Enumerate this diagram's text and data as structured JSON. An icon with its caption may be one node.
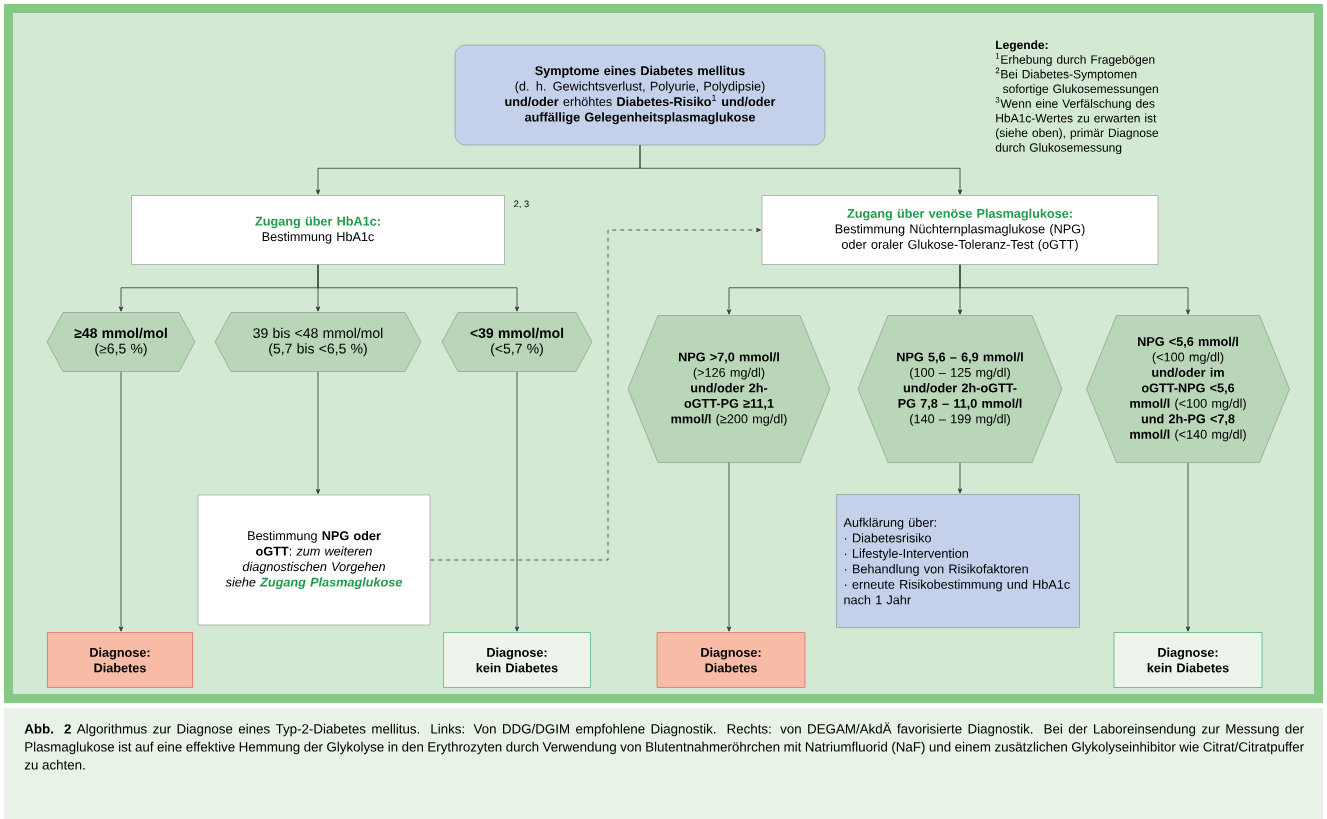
{
  "diagram": {
    "caption": "**Abb. 2** Algorithmus zur Diagnose eines Typ-2-Diabetes mellitus. Links: Von DDG/DGIM empfohlene Diagnostik. Rechts: von DEGAM/AkdÄ favorisierte Diagnostik. Bei der Laboreinsendung zur Messung der Plasmaglukose ist auf eine effektive Hemmung der Glykolyse in den Erythrozyten durch Verwendung von Blutentnahmeröhrchen mit Natriumfluorid (NaF) und einem zusätzlichen Glykolyseinhibitor wie Citrat/Citratpuffer zu achten.",
    "nodes": [
      {
        "text": [
          "Symptome eines Diabetes mellitus",
          "(d. h. Gewichtsverlust, Polyurie, Polydipsie) **und/oder** erhöhtes **Diabetes-Risiko**$^{1}$ **und/oder auffällige Gelegenheitsplasmaglukose**"
        ]
      },
      {
        "text": [
          "Zugang über HbA1c:",
          "Bestimmung HbA1c"
        ],
        "beside": [
          "2, 3"
        ]
      },
      {
        "text": [
          "Zugang über venöse Plasmaglukose:",
          "Bestimmung Nüchternplasmaglukose (NPG) oder oraler Glukose-Toleranz-Test (oGTT)"
        ]
      },
      {
        "text": [
          "≥48 mmol/mol",
          "(≥6,5 %)"
        ]
      },
      {
        "text": [
          "39 bis <48 mmol/mol",
          "(5,7 bis <6,5 %)"
        ]
      },
      {
        "text": [
          "<39 mmol/mol",
          "(<5,7 %)"
        ]
      },
      {
        "text": [
          "**NPG >7,0 mmol/l** (>126 mg/dl) **und/oder 2h-oGTT-PG ≥11,1 mmol/l** (≥200 mg/dl)"
        ]
      },
      {
        "text": [
          "**NPG 5,6 – 6,9 mmol/l** (100 – 125 mg/dl) **und/oder 2h-oGTT-PG 7,8 – 11,0 mmol/l** (140 – 199 mg/dl)"
        ]
      },
      {
        "text": [
          "**NPG <5,6 mmol/l** (<100 mg/dl) **und/oder im oGTT-NPG <5,6 mmol/l** (<100 mg/dl) **und 2h-PG <7,8 mmol/l** (<140 mg/dl)"
        ]
      },
      {
        "text": [
          "Bestimmung **NPG oder oGTT**:",
          "zum weiteren diagnostischen Vorgehen siehe",
          "Zugang Plasmaglukose"
        ]
      },
      {
        "text": [
          "Aufklärung über:",
          "· Diabetesrisiko",
          "· Lifestyle-Intervention",
          "· Behandlung von Risikofaktoren",
          "· erneute Risikobestimmung und HbA1c nach 1 Jahr"
        ]
      },
      {
        "text": [
          "Diagnose: Diabetes"
        ]
      },
      {
        "text": [
          "Diagnose: kein Diabetes"
        ]
      },
      {
        "text": [
          "Diagnose: Diabetes"
        ]
      },
      {
        "text": [
          "Diagnose: kein Diabetes"
        ]
      }
    ],
    "edges": [
      {
        "from": 0,
        "to": 1,
        "arrow": "to"
      },
      {
        "from": 0,
        "to": 2,
        "arrow": "to"
      },
      {
        "from": 1,
        "to": 3,
        "arrow": "to"
      },
      {
        "from": 1,
        "to": 4,
        "arrow": "to"
      },
      {
        "from": 1,
        "to": 5,
        "arrow": "to"
      },
      {
        "from": 2,
        "to": 6,
        "arrow": "to"
      },
      {
        "from": 2,
        "to": 7,
        "arrow": "to"
      },
      {
        "from": 2,
        "to": 8,
        "arrow": "to"
      },
      {
        "from": 3,
        "to": 11,
        "arrow": "to"
      },
      {
        "from": 4,
        "to": 9,
        "arrow": "to"
      },
      {
        "from": 5,
        "to": 12,
        "arrow": "to"
      },
      {
        "from": 9,
        "to": 2,
        "arrow": "to",
        "style": "dashed"
      },
      {
        "from": 6,
        "to": 13,
        "arrow": "to"
      },
      {
        "from": 7,
        "to": 10,
        "arrow": "to"
      },
      {
        "from": 8,
        "to": 14,
        "arrow": "to"
      }
    ],
    "labels": [
      "Legende:",
      "$^{1}$Erhebung durch Fragebögen",
      "$^{2}$Bei Diabetes-Symptomen sofortige Glukosemessungen",
      "$^{3}$Wenn eine Verfälschung des HbA1c-Wertes zu erwarten ist (siehe oben), primär Diagnose durch Glukosemessung"
    ]
  }
}
